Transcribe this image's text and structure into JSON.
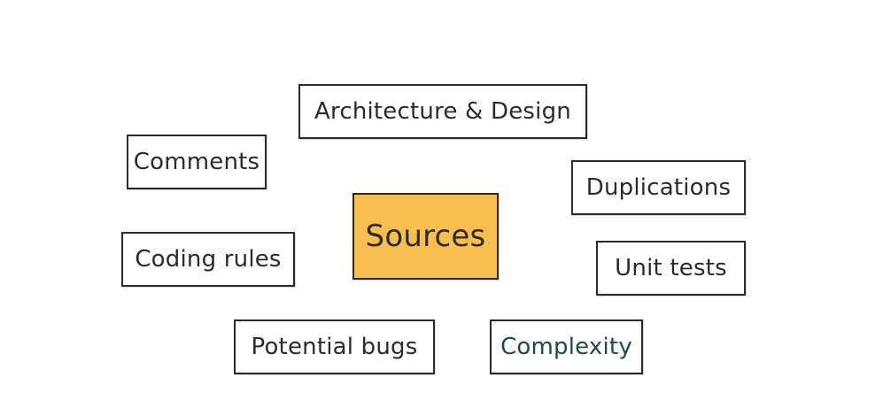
{
  "diagram": {
    "center": {
      "label": "Sources",
      "color": "#f8bf50"
    },
    "nodes": {
      "architecture": "Architecture & Design",
      "comments": "Comments",
      "duplications": "Duplications",
      "coding_rules": "Coding rules",
      "unit_tests": "Unit tests",
      "potential_bugs": "Potential bugs",
      "complexity": {
        "label": "Complexity",
        "color": "#1d4a4a"
      }
    }
  }
}
